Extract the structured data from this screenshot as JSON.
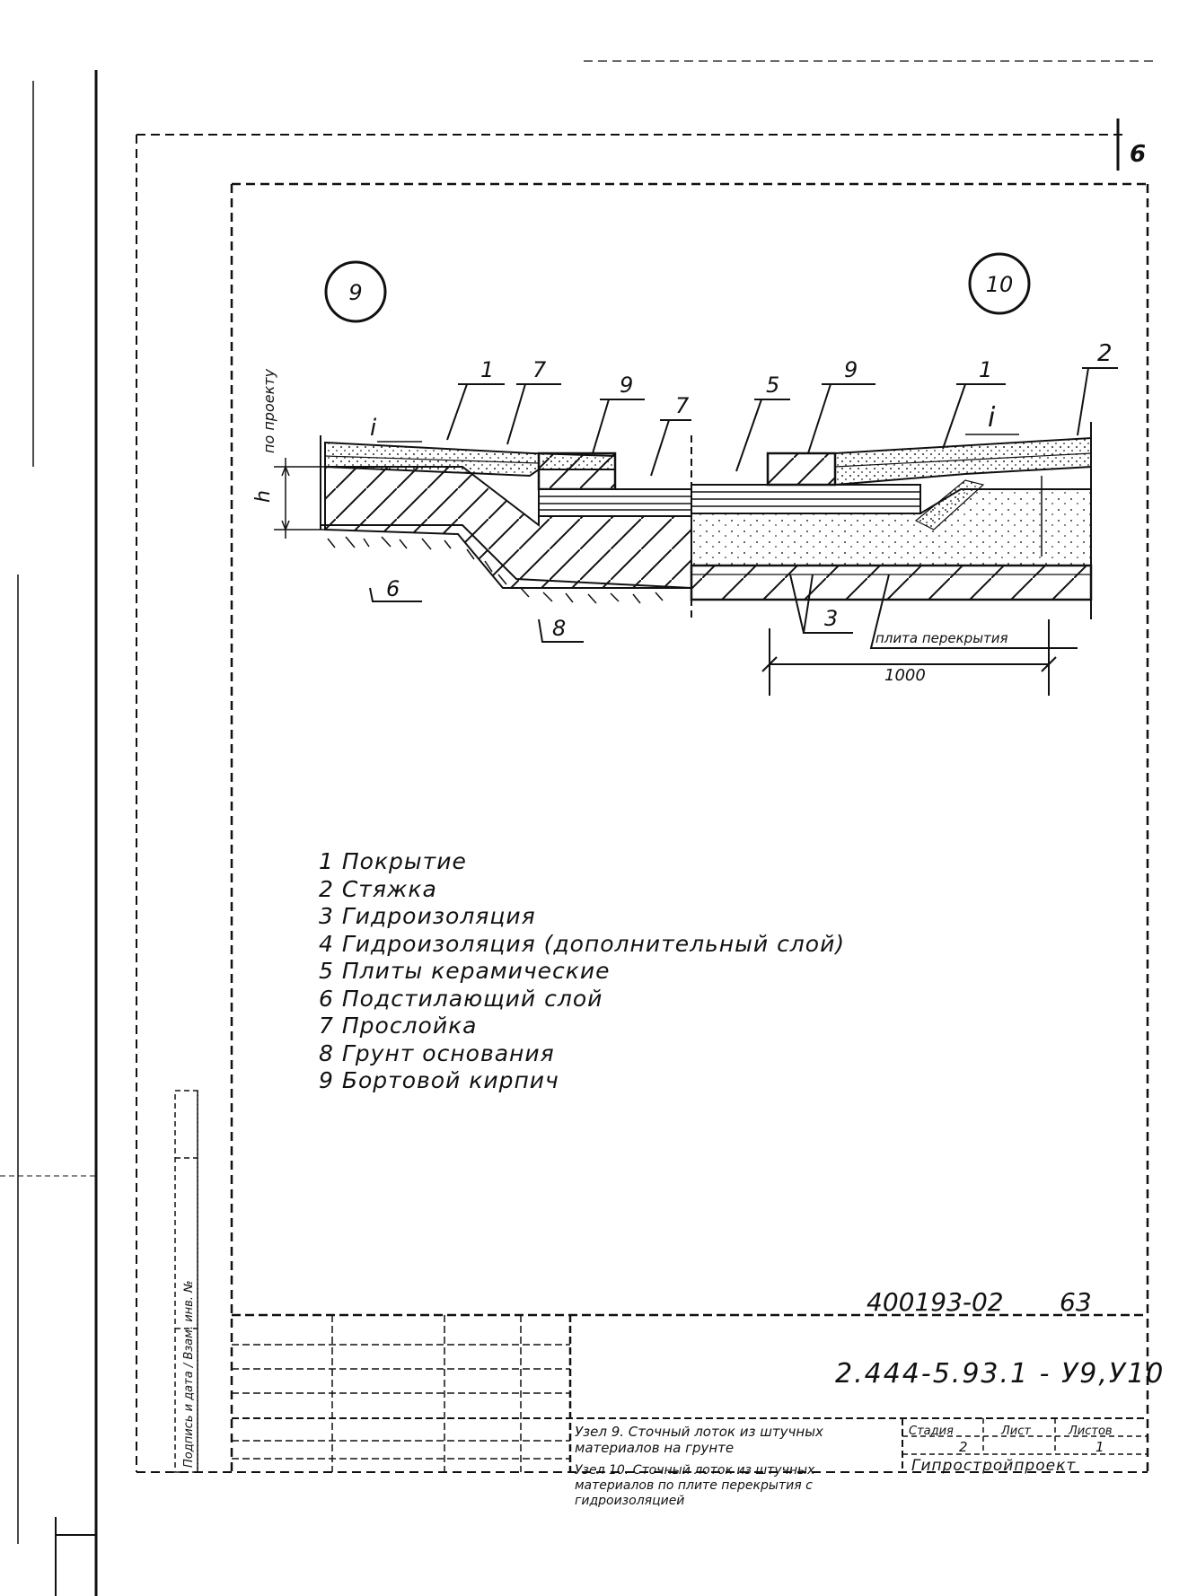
{
  "sheet_number": "6",
  "details": {
    "left_marker": "9",
    "right_marker": "10"
  },
  "callouts": [
    "1",
    "7",
    "9",
    "7",
    "5",
    "9",
    "1",
    "2",
    "6",
    "8",
    "3"
  ],
  "annotations": {
    "slope_left": "i",
    "slope_right": "i",
    "height_label": "h",
    "height_note": "по проекту",
    "slab_label": "плита перекрытия",
    "dimension": "1000"
  },
  "legend": [
    "1 Покрытие",
    "2 Стяжка",
    "3 Гидроизоляция",
    "4 Гидроизоляция (дополнительный слой)",
    "5 Плиты керамические",
    "6 Подстилающий слой",
    "7 Прослойка",
    "8 Грунт основания",
    "9 Бортовой кирпич"
  ],
  "title_block": {
    "archive_number": "400193-02",
    "archive_page": "63",
    "doc_code": "2.444-5.93.1 - У9,У10",
    "title_node9": "Узел 9. Сточный лоток из штучных материалов на грунте",
    "title_node10": "Узел 10. Сточный лоток из штучных материалов по плите перекрытия с гидроизоляцией",
    "col_stage": "Стадия",
    "col_sheet": "Лист",
    "col_sheets": "Листов",
    "sheet_value": "2",
    "sheets_value": "1",
    "organization": "Гипростройпроект",
    "side_stamp": "Подпись и дата / Взам. инв. №"
  }
}
